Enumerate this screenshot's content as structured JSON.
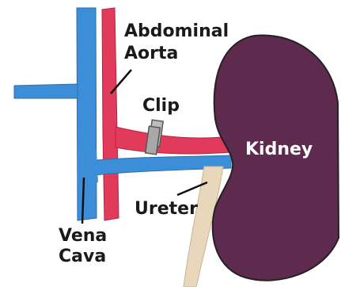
{
  "labels": {
    "aorta_line1": "Abdominal",
    "aorta_line2": "Aorta",
    "clip": "Clip",
    "kidney": "Kidney",
    "ureter": "Ureter",
    "cava_line1": "Vena",
    "cava_line2": "Cava"
  },
  "colors": {
    "vena_cava": "#3c8ed8",
    "aorta": "#e23a5a",
    "kidney": "#5e2a4d",
    "ureter": "#e9d7bb",
    "clip": "#a8a8a8",
    "outline": "#222222"
  }
}
